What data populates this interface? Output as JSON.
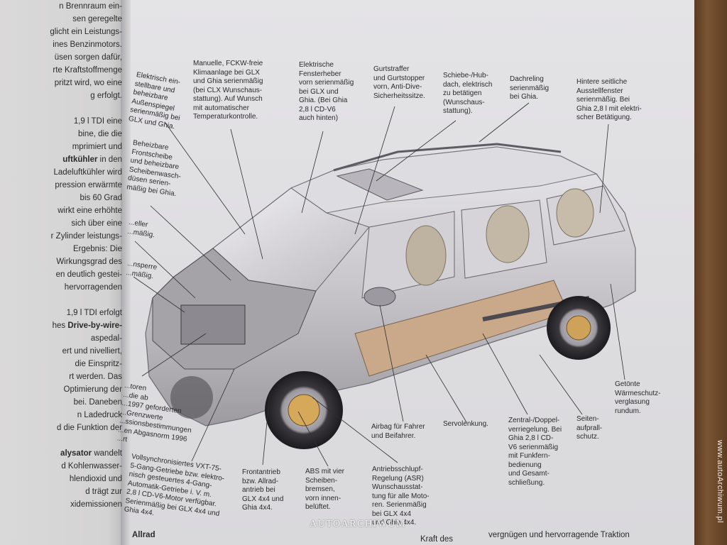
{
  "left_page": {
    "lines": [
      {
        "text": "n Brennraum ein-"
      },
      {
        "text": "sen geregelte"
      },
      {
        "text": "glicht ein Leistungs-"
      },
      {
        "text": "ines Benzinmotors."
      },
      {
        "text": "üsen sorgen dafür,"
      },
      {
        "text": "rte Kraftstoffmenge"
      },
      {
        "text": "pritzt wird, wo eine"
      },
      {
        "text": "g erfolgt."
      },
      {
        "text": ""
      },
      {
        "text": "1,9 l TDI eine"
      },
      {
        "text": "bine, die die"
      },
      {
        "text": "mprimiert und"
      },
      {
        "text": "uftkühler in den",
        "bold": "uftkühler"
      },
      {
        "text": "Ladeluftkühler wird"
      },
      {
        "text": "pression erwärmte"
      },
      {
        "text": "bis 60 Grad"
      },
      {
        "text": "wirkt eine erhöhte"
      },
      {
        "text": "sich über eine"
      },
      {
        "text": "r Zylinder leistungs-"
      },
      {
        "text": "Ergebnis: Die"
      },
      {
        "text": "Wirkungsgrad des"
      },
      {
        "text": "en deutlich gestei-"
      },
      {
        "text": "hervorragenden"
      },
      {
        "text": ""
      },
      {
        "text": "1,9 l TDI erfolgt"
      },
      {
        "text": "hes Drive-by-wire-",
        "bold": "Drive-by-wire-"
      },
      {
        "text": "aspedal-"
      },
      {
        "text": "ert und nivelliert,"
      },
      {
        "text": "die Einspritz-"
      },
      {
        "text": "rt werden. Das"
      },
      {
        "text": "Optimierung der"
      },
      {
        "text": "bei. Daneben"
      },
      {
        "text": "n Ladedruck"
      },
      {
        "text": "d die Funktion der"
      },
      {
        "text": ""
      },
      {
        "text": "alysator wandelt",
        "bold": "alysator"
      },
      {
        "text": "d Kohlenwasser-"
      },
      {
        "text": "hlendioxid und"
      },
      {
        "text": "d trägt zur"
      },
      {
        "text": "xidemissionen"
      }
    ]
  },
  "labels": {
    "spiegel": "Elektrisch ein-\nstellbare und\nbeheizbare\nAußenspiegel\nserienmäßig bei\nGLX und Ghia.",
    "frontscheibe": "Beheizbare\nFrontscheibe\nund beheizbare\nScheibenwasch-\ndüsen serien-\nmäßig bei Ghia.",
    "airbag_edge": "...eller\n...mäßig.",
    "sperre_edge": "...nsperre\n...mäßig.",
    "klima": "Manuelle, FCKW-freie\nKlimaanlage bei GLX\nund Ghia serienmäßig\n(bei CLX Wunschaus-\nstattung). Auf Wunsch\nmit automatischer\nTemperaturkontrolle.",
    "fensterheber": "Elektrische\nFensterheber\nvorn serienmäßig\nbei GLX und\nGhia. (Bei Ghia\n2,8 l CD-V6\nauch hinten)",
    "gurtstraffer": "Gurtstraffer\nund Gurtstopper\nvorn, Anti-Dive-\nSicherheitssitze.",
    "schiebedach": "Schiebe-/Hub-\ndach, elektrisch\nzu betätigen\n(Wunschaus-\nstattung).",
    "dachreling": "Dachreling\nserienmäßig\nbei Ghia.",
    "ausstellfenster": "Hintere seitliche\nAusstellfenster\nserienmäßig. Bei\nGhia 2,8 l mit elektri-\nscher Betätigung.",
    "abgas": "...toren\n...die ab\n...1997 geforderten\n...Grenzwerte\n...ssionsbestimmungen\n...en Abgasnorm 1996\n...rt",
    "getriebe": "Vollsynchronisiertes VXT-75-\n5-Gang-Getriebe bzw. elektro-\nnisch gesteuertes 4-Gang-\nAutomatik-Getriebe i. V. m.\n2,8 l CD-V6-Motor verfügbar.\nSerienmäßig bei GLX 4x4 und\nGhia 4x4.",
    "frontantrieb": "Frontantrieb\nbzw. Allrad-\nantrieb bei\nGLX 4x4 und\nGhia 4x4.",
    "abs": "ABS mit vier\nScheiben-\nbremsen,\nvorn innen-\nbelüftet.",
    "asr": "Antriebsschlupf-\nRegelung (ASR)\nWunschausstat-\ntung für alle Moto-\nren. Serienmäßig\nbei GLX 4x4\nund Ghia 4x4.",
    "airbag": "Airbag für Fahrer\nund Beifahrer.",
    "servolenkung": "Servolenkung.",
    "zentral": "Zentral-/Doppel-\nverriegelung. Bei\nGhia 2,8 l CD-\nV6 serienmäßig\nmit Funkfern-\nbedienung\nund Gesamt-\nschließung.",
    "seitenaufprall": "Seiten-\naufprall-\nschutz.",
    "waermeschutz": "Getönte\nWärmeschutz-\nverglasung\nrundum."
  },
  "bottom": {
    "left_fragment": "Allrad",
    "mid_fragment": "Kraft des",
    "right_text": "vergnügen und hervorragende Traktion"
  },
  "watermark": "AUTOARCHIWUM",
  "side_url": "www.autoArchiwum.pl",
  "colors": {
    "page": "#e1e0e3",
    "ink": "#2b2b2b",
    "wood": "#6b4a2e",
    "car": "#c9c7cb"
  }
}
